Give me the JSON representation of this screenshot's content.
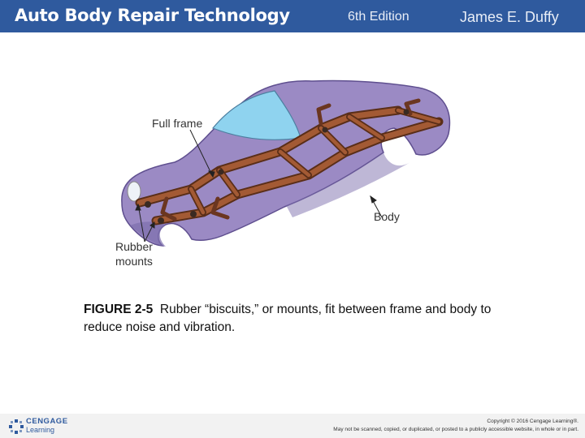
{
  "header": {
    "title": "Auto Body Repair Technology",
    "edition": "6th Edition",
    "author": "James E. Duffy"
  },
  "figure": {
    "labels": {
      "full_frame": "Full frame",
      "body": "Body",
      "rubber_line1": "Rubber",
      "rubber_line2": "mounts"
    },
    "colors": {
      "body": "#9b8ac4",
      "frame": "#8b4a2b",
      "glass": "#8fd3ef"
    }
  },
  "caption": {
    "figure_number": "FIGURE 2-5",
    "text": "Rubber “biscuits,” or mounts, fit between frame and body to reduce noise and vibration."
  },
  "footer": {
    "logo_line1": "CENGAGE",
    "logo_line2": "Learning",
    "copyright": "Copyright © 2016 Cengage Learning®.",
    "notice": "May not be scanned, copied, or duplicated, or posted to a publicly accessible website, in whole or in part."
  }
}
